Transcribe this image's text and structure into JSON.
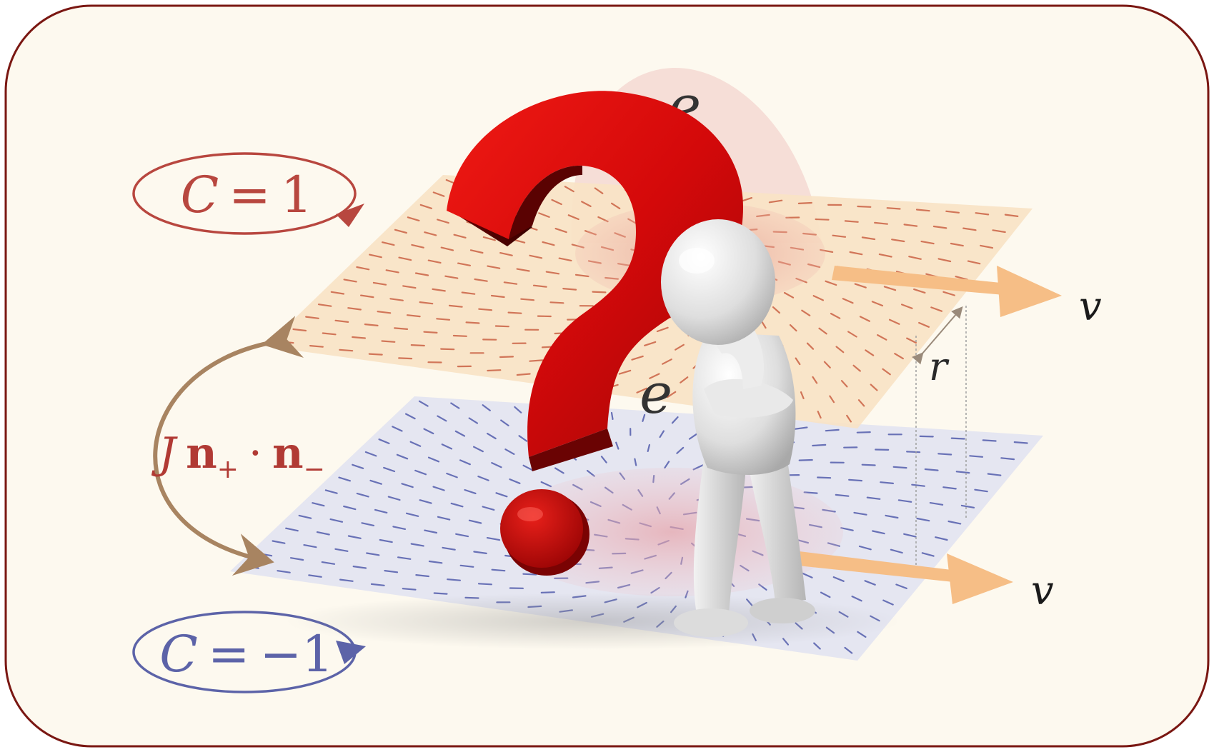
{
  "labels": {
    "top_chern": "C = 1",
    "bottom_chern": "C = −1",
    "coupling_J": "J",
    "coupling_n_plus": "n",
    "coupling_plus_sub": "+",
    "coupling_dot": "·",
    "coupling_n_minus": "n",
    "coupling_minus_sub": "−",
    "velocity_top": "v",
    "velocity_bottom": "v",
    "separation": "r",
    "electron_top": "e",
    "electron_bottom": "e"
  },
  "colors": {
    "frame_border": "#7a1712",
    "frame_fill": "#fdf9ef",
    "top_layer": "#f8e3c6",
    "top_arrows": "#c85a3c",
    "bottom_layer": "#e2e3f1",
    "bottom_arrows": "#4a54a8",
    "chern_top": "#b8473f",
    "chern_bottom": "#5c63a8",
    "coupling_arrow": "#a88461",
    "velocity_arrow": "#f6be86",
    "question_mark": "#c8090a",
    "figure": "#e6e6e6"
  },
  "icons": [
    "question-mark-icon",
    "thinking-person-icon"
  ]
}
